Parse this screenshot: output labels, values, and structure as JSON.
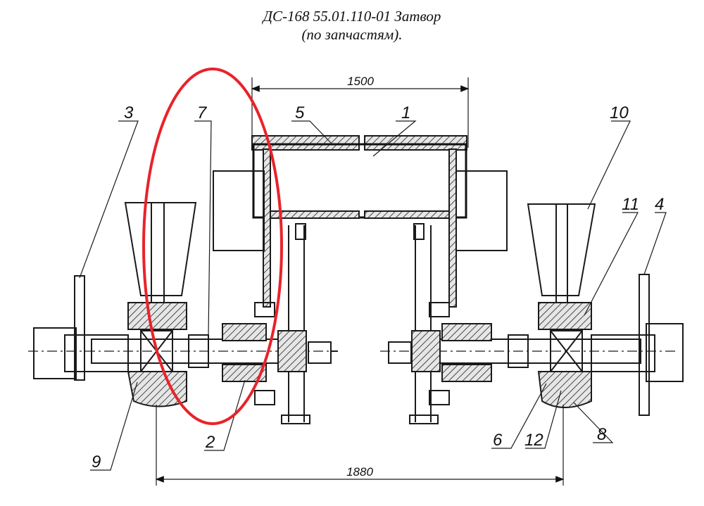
{
  "title": {
    "line1": "ДС-168 55.01.110-01 Затвор",
    "line2": "(по запчастям)."
  },
  "dimensions": {
    "top": "1500",
    "bottom": "1880"
  },
  "labels": {
    "p1": "1",
    "p2": "2",
    "p3": "3",
    "p4": "4",
    "p5": "5",
    "p6": "6",
    "p7": "7",
    "p8": "8",
    "p9": "9",
    "p10": "10",
    "p11": "11",
    "p12": "12"
  },
  "highlight_color": "#e8232a"
}
